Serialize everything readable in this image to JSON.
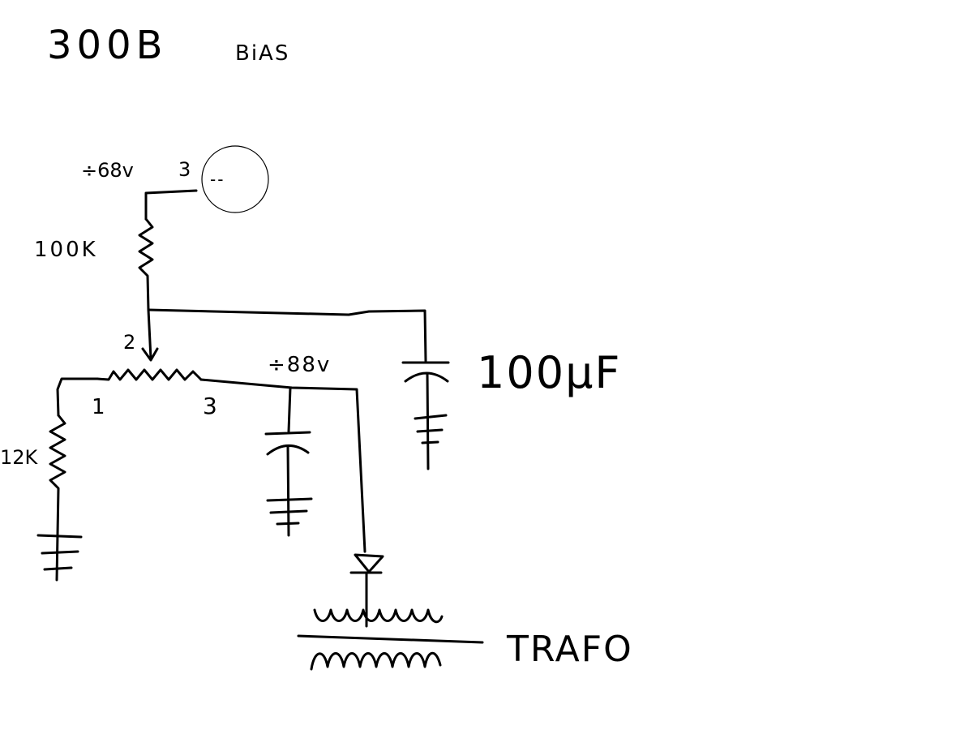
{
  "title": {
    "main": "300B",
    "sub": "BiAS"
  },
  "tube": {
    "pin": "3",
    "symbol": "--"
  },
  "voltages": {
    "grid": "÷68v",
    "wiper": "÷88v"
  },
  "components": {
    "resistor_top": "100K",
    "resistor_left": "12K",
    "capacitor": "100µF",
    "transformer": "TRAFO"
  },
  "pot": {
    "wiper_pin": "2",
    "left_pin": "1",
    "right_pin": "3"
  }
}
